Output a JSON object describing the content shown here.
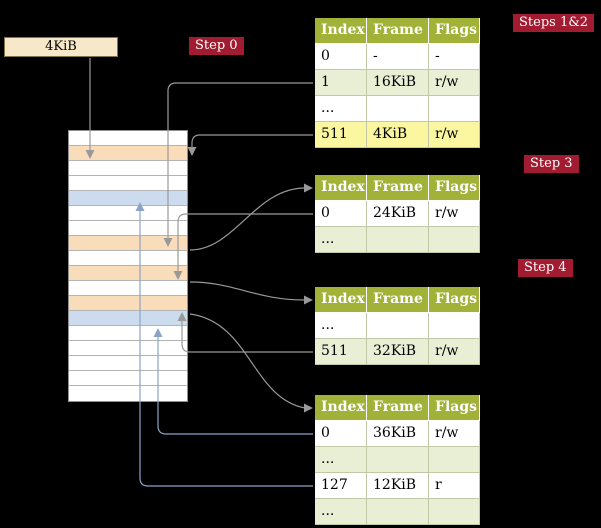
{
  "colors": {
    "background": "#000000",
    "badge_red": "#a11b31",
    "table_header_olive": "#a2b138",
    "table_row_green": "#e9efd4",
    "table_row_yellow": "#fbf6a0",
    "memory_peach": "#f9dcba",
    "memory_blue": "#ccdbee",
    "cr3_box": "#f6e8c8",
    "connector_gray": "#999999",
    "connector_blue": "#8ba3c7"
  },
  "cr3": {
    "label": "4KiB"
  },
  "badges": {
    "step0": "Step 0",
    "steps12": "Steps 1&2",
    "step3": "Step 3",
    "step4": "Step 4"
  },
  "memory": {
    "rows": [
      {
        "color": "white"
      },
      {
        "color": "peach"
      },
      {
        "color": "white"
      },
      {
        "color": "white"
      },
      {
        "color": "blue"
      },
      {
        "color": "white"
      },
      {
        "color": "white"
      },
      {
        "color": "peach"
      },
      {
        "color": "white"
      },
      {
        "color": "peach"
      },
      {
        "color": "white"
      },
      {
        "color": "peach"
      },
      {
        "color": "blue"
      },
      {
        "color": "white"
      },
      {
        "color": "white"
      },
      {
        "color": "white"
      },
      {
        "color": "white"
      },
      {
        "color": "white"
      }
    ]
  },
  "tables": [
    {
      "name": "level-4-table",
      "columns": [
        "Index",
        "Frame",
        "Flags"
      ],
      "rows": [
        {
          "bg": "white",
          "cells": [
            "0",
            "-",
            "-"
          ]
        },
        {
          "bg": "green",
          "cells": [
            "1",
            "16KiB",
            "r/w"
          ]
        },
        {
          "bg": "white",
          "cells": [
            "...",
            "",
            ""
          ]
        },
        {
          "bg": "yellow",
          "cells": [
            "511",
            "4KiB",
            "r/w"
          ]
        }
      ]
    },
    {
      "name": "level-3-table",
      "columns": [
        "Index",
        "Frame",
        "Flags"
      ],
      "rows": [
        {
          "bg": "white",
          "cells": [
            "0",
            "24KiB",
            "r/w"
          ]
        },
        {
          "bg": "green",
          "cells": [
            "...",
            "",
            ""
          ]
        }
      ]
    },
    {
      "name": "level-2-table",
      "columns": [
        "Index",
        "Frame",
        "Flags"
      ],
      "rows": [
        {
          "bg": "white",
          "cells": [
            "...",
            "",
            ""
          ]
        },
        {
          "bg": "green",
          "cells": [
            "511",
            "32KiB",
            "r/w"
          ]
        }
      ]
    },
    {
      "name": "level-1-table",
      "columns": [
        "Index",
        "Frame",
        "Flags"
      ],
      "rows": [
        {
          "bg": "white",
          "cells": [
            "0",
            "36KiB",
            "r/w"
          ]
        },
        {
          "bg": "green",
          "cells": [
            "...",
            "",
            ""
          ]
        },
        {
          "bg": "white",
          "cells": [
            "127",
            "12KiB",
            "r"
          ]
        },
        {
          "bg": "green",
          "cells": [
            "...",
            "",
            ""
          ]
        }
      ]
    }
  ]
}
